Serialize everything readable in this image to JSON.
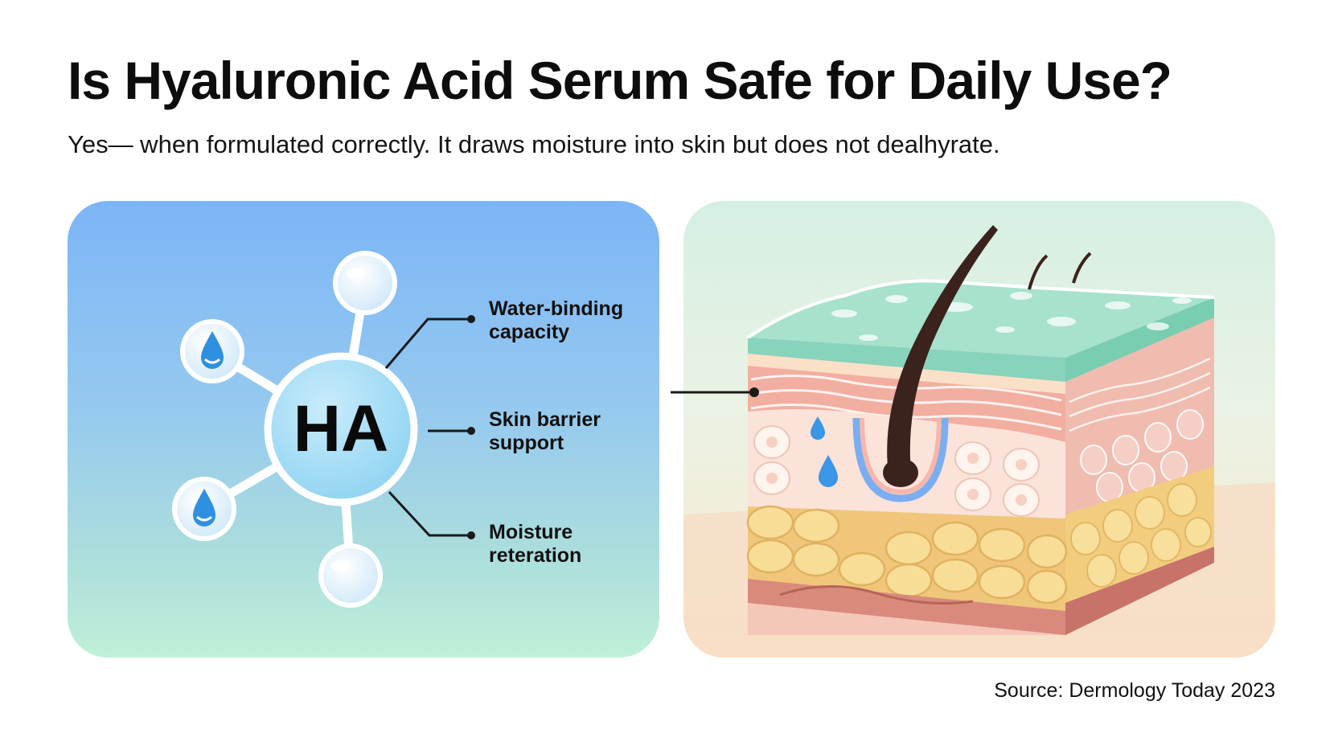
{
  "header": {
    "title": "Is Hyaluronic Acid Serum Safe for Daily Use?",
    "subtitle": "Yes— when formulated correctly. It draws moisture into skin but does not dealhyrate."
  },
  "molecule_panel": {
    "center_label": "HA",
    "callouts": [
      {
        "line1": "Water-binding",
        "line2": "capacity"
      },
      {
        "line1": "Skin barrier",
        "line2": "support"
      },
      {
        "line1": "Moisture",
        "line2": "reteration"
      }
    ],
    "icons": [
      "water-drop-icon",
      "bubble-icon"
    ]
  },
  "skin_panel": {
    "icons": [
      "hair-follicle-icon",
      "water-drop-icon",
      "skin-cell-icon",
      "fat-cell-icon"
    ]
  },
  "footer": {
    "source": "Source: Dermology Today 2023"
  },
  "colors": {
    "text": "#111111",
    "left_panel_top": "#7cb5f6",
    "left_panel_bottom": "#bff0d8",
    "right_panel_top": "#d5efe3",
    "right_panel_bottom": "#fbe6d0",
    "water_drop": "#2f8fe0",
    "epidermis": "#8fd9c2",
    "dermis": "#f2aea0",
    "fat": "#f3d58a",
    "hair": "#3b221c"
  }
}
